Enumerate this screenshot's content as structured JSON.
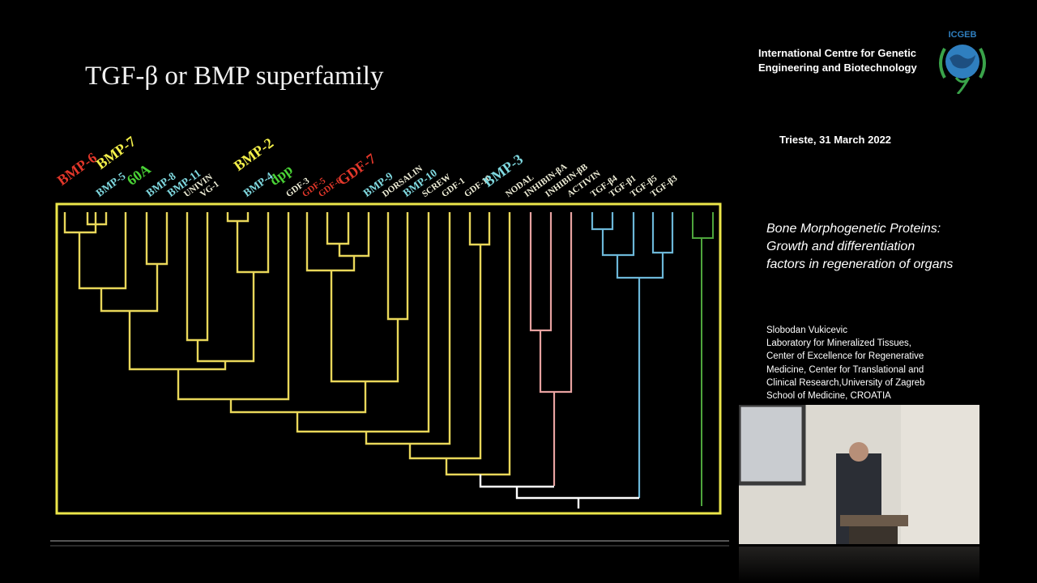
{
  "slide": {
    "title": "TGF-β or BMP superfamily"
  },
  "colors": {
    "frame": "#ece64a",
    "yellow_branch": "#e9d75a",
    "pink_branch": "#e7a2a0",
    "blue_branch": "#6cb7d8",
    "green_branch": "#4ea53c",
    "root_branch": "#ffffff",
    "label_red": "#e2372a",
    "label_yellow": "#f4f04a",
    "label_cyan": "#7fd8df",
    "label_green": "#4ad336",
    "label_white": "#e8e8e8",
    "label_pale": "#f0efd8"
  },
  "tree": {
    "leaves": [
      {
        "label": "BMP-6",
        "color": "label_red",
        "size": "big"
      },
      {
        "label": "BMP-7",
        "color": "label_yellow",
        "size": "big"
      },
      {
        "label": "BMP-5",
        "color": "label_cyan",
        "size": "mid"
      },
      {
        "label": "60A",
        "color": "label_green",
        "size": "big"
      },
      {
        "label": "BMP-8",
        "color": "label_cyan",
        "size": "mid"
      },
      {
        "label": "BMP-11",
        "color": "label_cyan",
        "size": "mid"
      },
      {
        "label": "UNIVIN",
        "color": "label_pale",
        "size": "small"
      },
      {
        "label": "VG-1",
        "color": "label_pale",
        "size": "small"
      },
      {
        "label": "BMP-2",
        "color": "label_yellow",
        "size": "big"
      },
      {
        "label": "BMP-4",
        "color": "label_cyan",
        "size": "mid"
      },
      {
        "label": "dpp",
        "color": "label_green",
        "size": "big"
      },
      {
        "label": "GDF-3",
        "color": "label_pale",
        "size": "small"
      },
      {
        "label": "GDF-5",
        "color": "label_red",
        "size": "small"
      },
      {
        "label": "GDF-6",
        "color": "label_red",
        "size": "small"
      },
      {
        "label": "GDF-7",
        "color": "label_red",
        "size": "big"
      },
      {
        "label": "BMP-9",
        "color": "label_cyan",
        "size": "mid"
      },
      {
        "label": "DORSALIN",
        "color": "label_pale",
        "size": "small"
      },
      {
        "label": "BMP-10",
        "color": "label_cyan",
        "size": "mid"
      },
      {
        "label": "SCREW",
        "color": "label_pale",
        "size": "small"
      },
      {
        "label": "GDF-1",
        "color": "label_pale",
        "size": "small"
      },
      {
        "label": "GDF-10",
        "color": "label_pale",
        "size": "small"
      },
      {
        "label": "BMP-3",
        "color": "label_cyan",
        "size": "big"
      },
      {
        "label": "NODAL",
        "color": "label_pale",
        "size": "small"
      },
      {
        "label": "INHIBIN-βA",
        "color": "label_pale",
        "size": "small"
      },
      {
        "label": "INHIBIN-βB",
        "color": "label_pale",
        "size": "small"
      },
      {
        "label": "ACTIVIN",
        "color": "label_pale",
        "size": "small"
      },
      {
        "label": "TGF-β4",
        "color": "label_pale",
        "size": "small"
      },
      {
        "label": "TGF-β1",
        "color": "label_pale",
        "size": "small"
      },
      {
        "label": "TGF-β5",
        "color": "label_pale",
        "size": "small"
      },
      {
        "label": "TGF-β3",
        "color": "label_pale",
        "size": "small"
      }
    ]
  },
  "organization": {
    "line1": "International Centre for Genetic",
    "line2": "Engineering and Biotechnology",
    "logo_text": "ICGEB"
  },
  "event": {
    "date": "Trieste, 31 March 2022"
  },
  "talk": {
    "line1": "Bone Morphogenetic Proteins:",
    "line2": "Growth and differentiation",
    "line3": "factors in regeneration of organs"
  },
  "speaker": {
    "name": "Slobodan Vukicevic",
    "lines": [
      "Laboratory for Mineralized Tissues,",
      "Center of Excellence for Regenerative",
      "Medicine, Center for Translational and",
      "Clinical Research,University of Zagreb",
      "School of Medicine, CROATIA"
    ]
  }
}
